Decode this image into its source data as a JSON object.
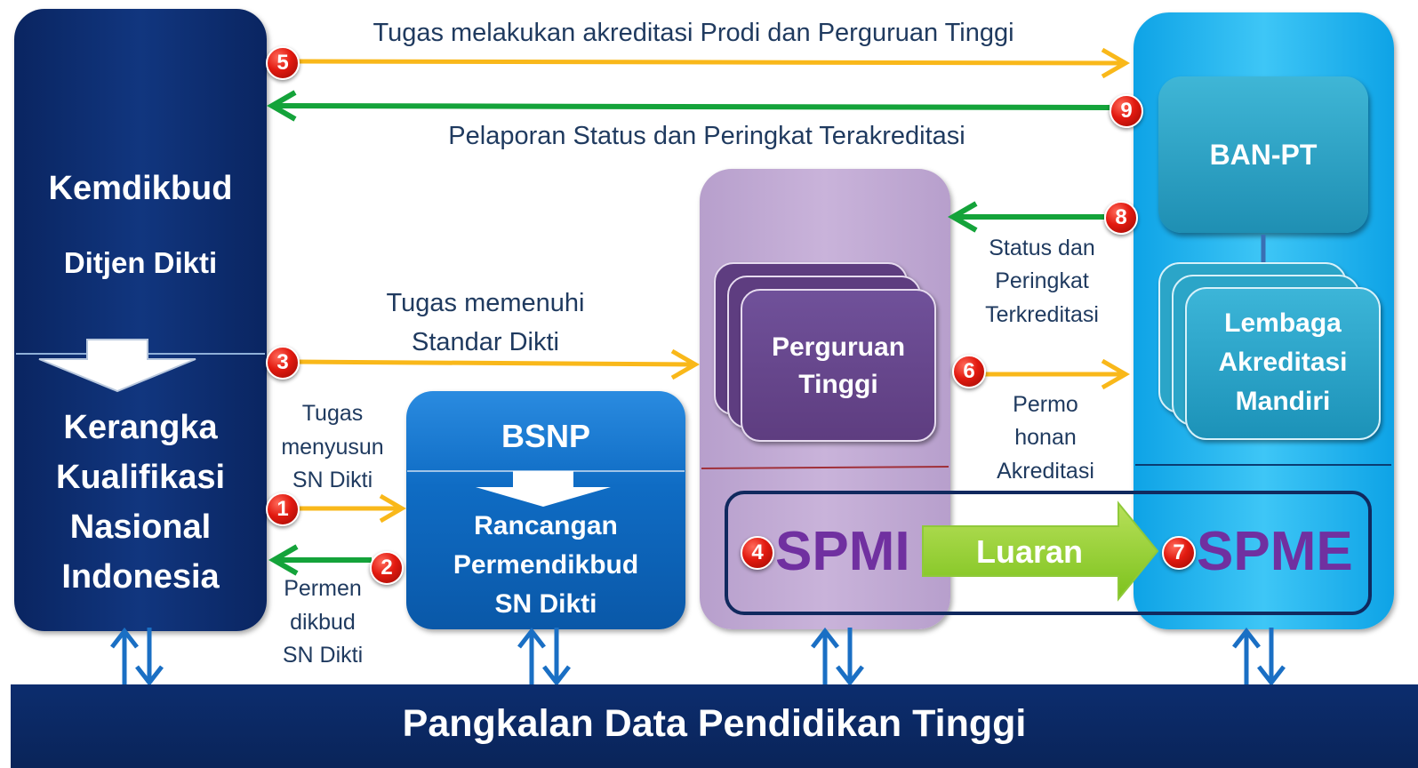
{
  "kemdikbud": {
    "title": "Kemdikbud",
    "subtitle": "Ditjen Dikti",
    "framework_lines": [
      "Kerangka",
      "Kualifikasi",
      "Nasional",
      "Indonesia"
    ]
  },
  "bsnp": {
    "title": "BSNP",
    "draft_lines": [
      "Rancangan",
      "Permendikbud",
      "SN Dikti"
    ]
  },
  "perguruan_tinggi": {
    "label_lines": [
      "Perguruan",
      "Tinggi"
    ],
    "spmi": "SPMI"
  },
  "ban_pt": {
    "title": "BAN-PT",
    "lam_lines": [
      "Lembaga",
      "Akreditasi",
      "Mandiri"
    ],
    "spme": "SPME"
  },
  "luaran": "Luaran",
  "pddikti": "Pangkalan Data Pendidikan Tinggi",
  "flows": {
    "f1": "Tugas melakukan akreditasi Prodi dan Perguruan Tinggi",
    "f2": "Pelaporan Status dan Peringkat Terakreditasi",
    "f3": [
      "Tugas memenuhi",
      "Standar Dikti"
    ],
    "f4": [
      "Tugas",
      "menyusun",
      "SN Dikti"
    ],
    "f5": [
      "Permen",
      "dikbud",
      "SN Dikti"
    ],
    "f6": [
      "Status dan",
      "Peringkat",
      "Terkreditasi"
    ],
    "f7": [
      "Permo",
      "honan",
      "Akreditasi"
    ]
  },
  "badges": [
    "1",
    "2",
    "3",
    "4",
    "5",
    "6",
    "7",
    "8",
    "9"
  ],
  "colors": {
    "navy": "#0c2d6e",
    "blue": "#0f6cc4",
    "lavender": "#c4acd6",
    "cyan": "#1db4ee",
    "purple_text": "#7030a0",
    "yellow_arrow": "#f9b81a",
    "green_arrow": "#14a33a",
    "badge_red": "#e21a10"
  }
}
